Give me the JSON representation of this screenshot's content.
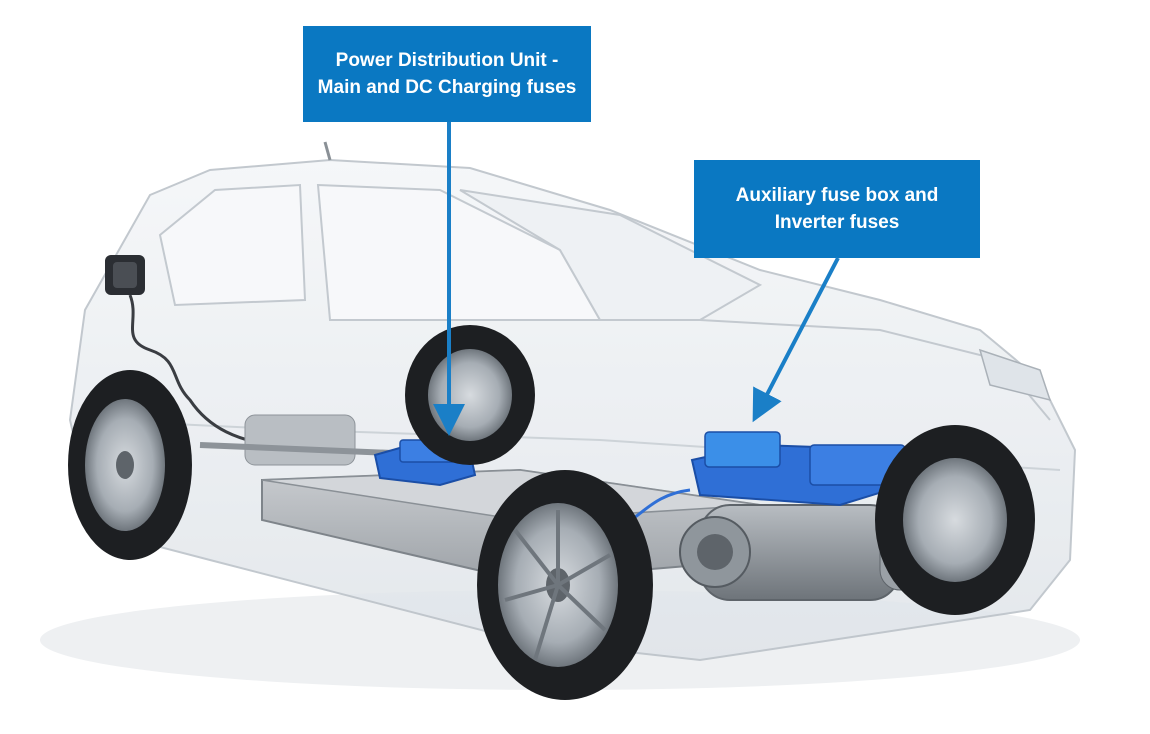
{
  "colors": {
    "callout_bg": "#0a78c2",
    "arrow": "#1a7fc7",
    "component_blue": "#2f6fd6",
    "body_glass": "#e9edf2",
    "tire": "#1d1f22",
    "rim": "#9aa1a8"
  },
  "callouts": {
    "pdu": {
      "line1": "Power Distribution Unit -",
      "line2": "Main and DC Charging fuses"
    },
    "aux": {
      "line1": "Auxiliary fuse box and",
      "line2": "Inverter fuses"
    }
  },
  "icons": {
    "charge_port": "charging-port",
    "pdu_box": "power-distribution-unit",
    "aux_box": "auxiliary-fuse-box"
  }
}
